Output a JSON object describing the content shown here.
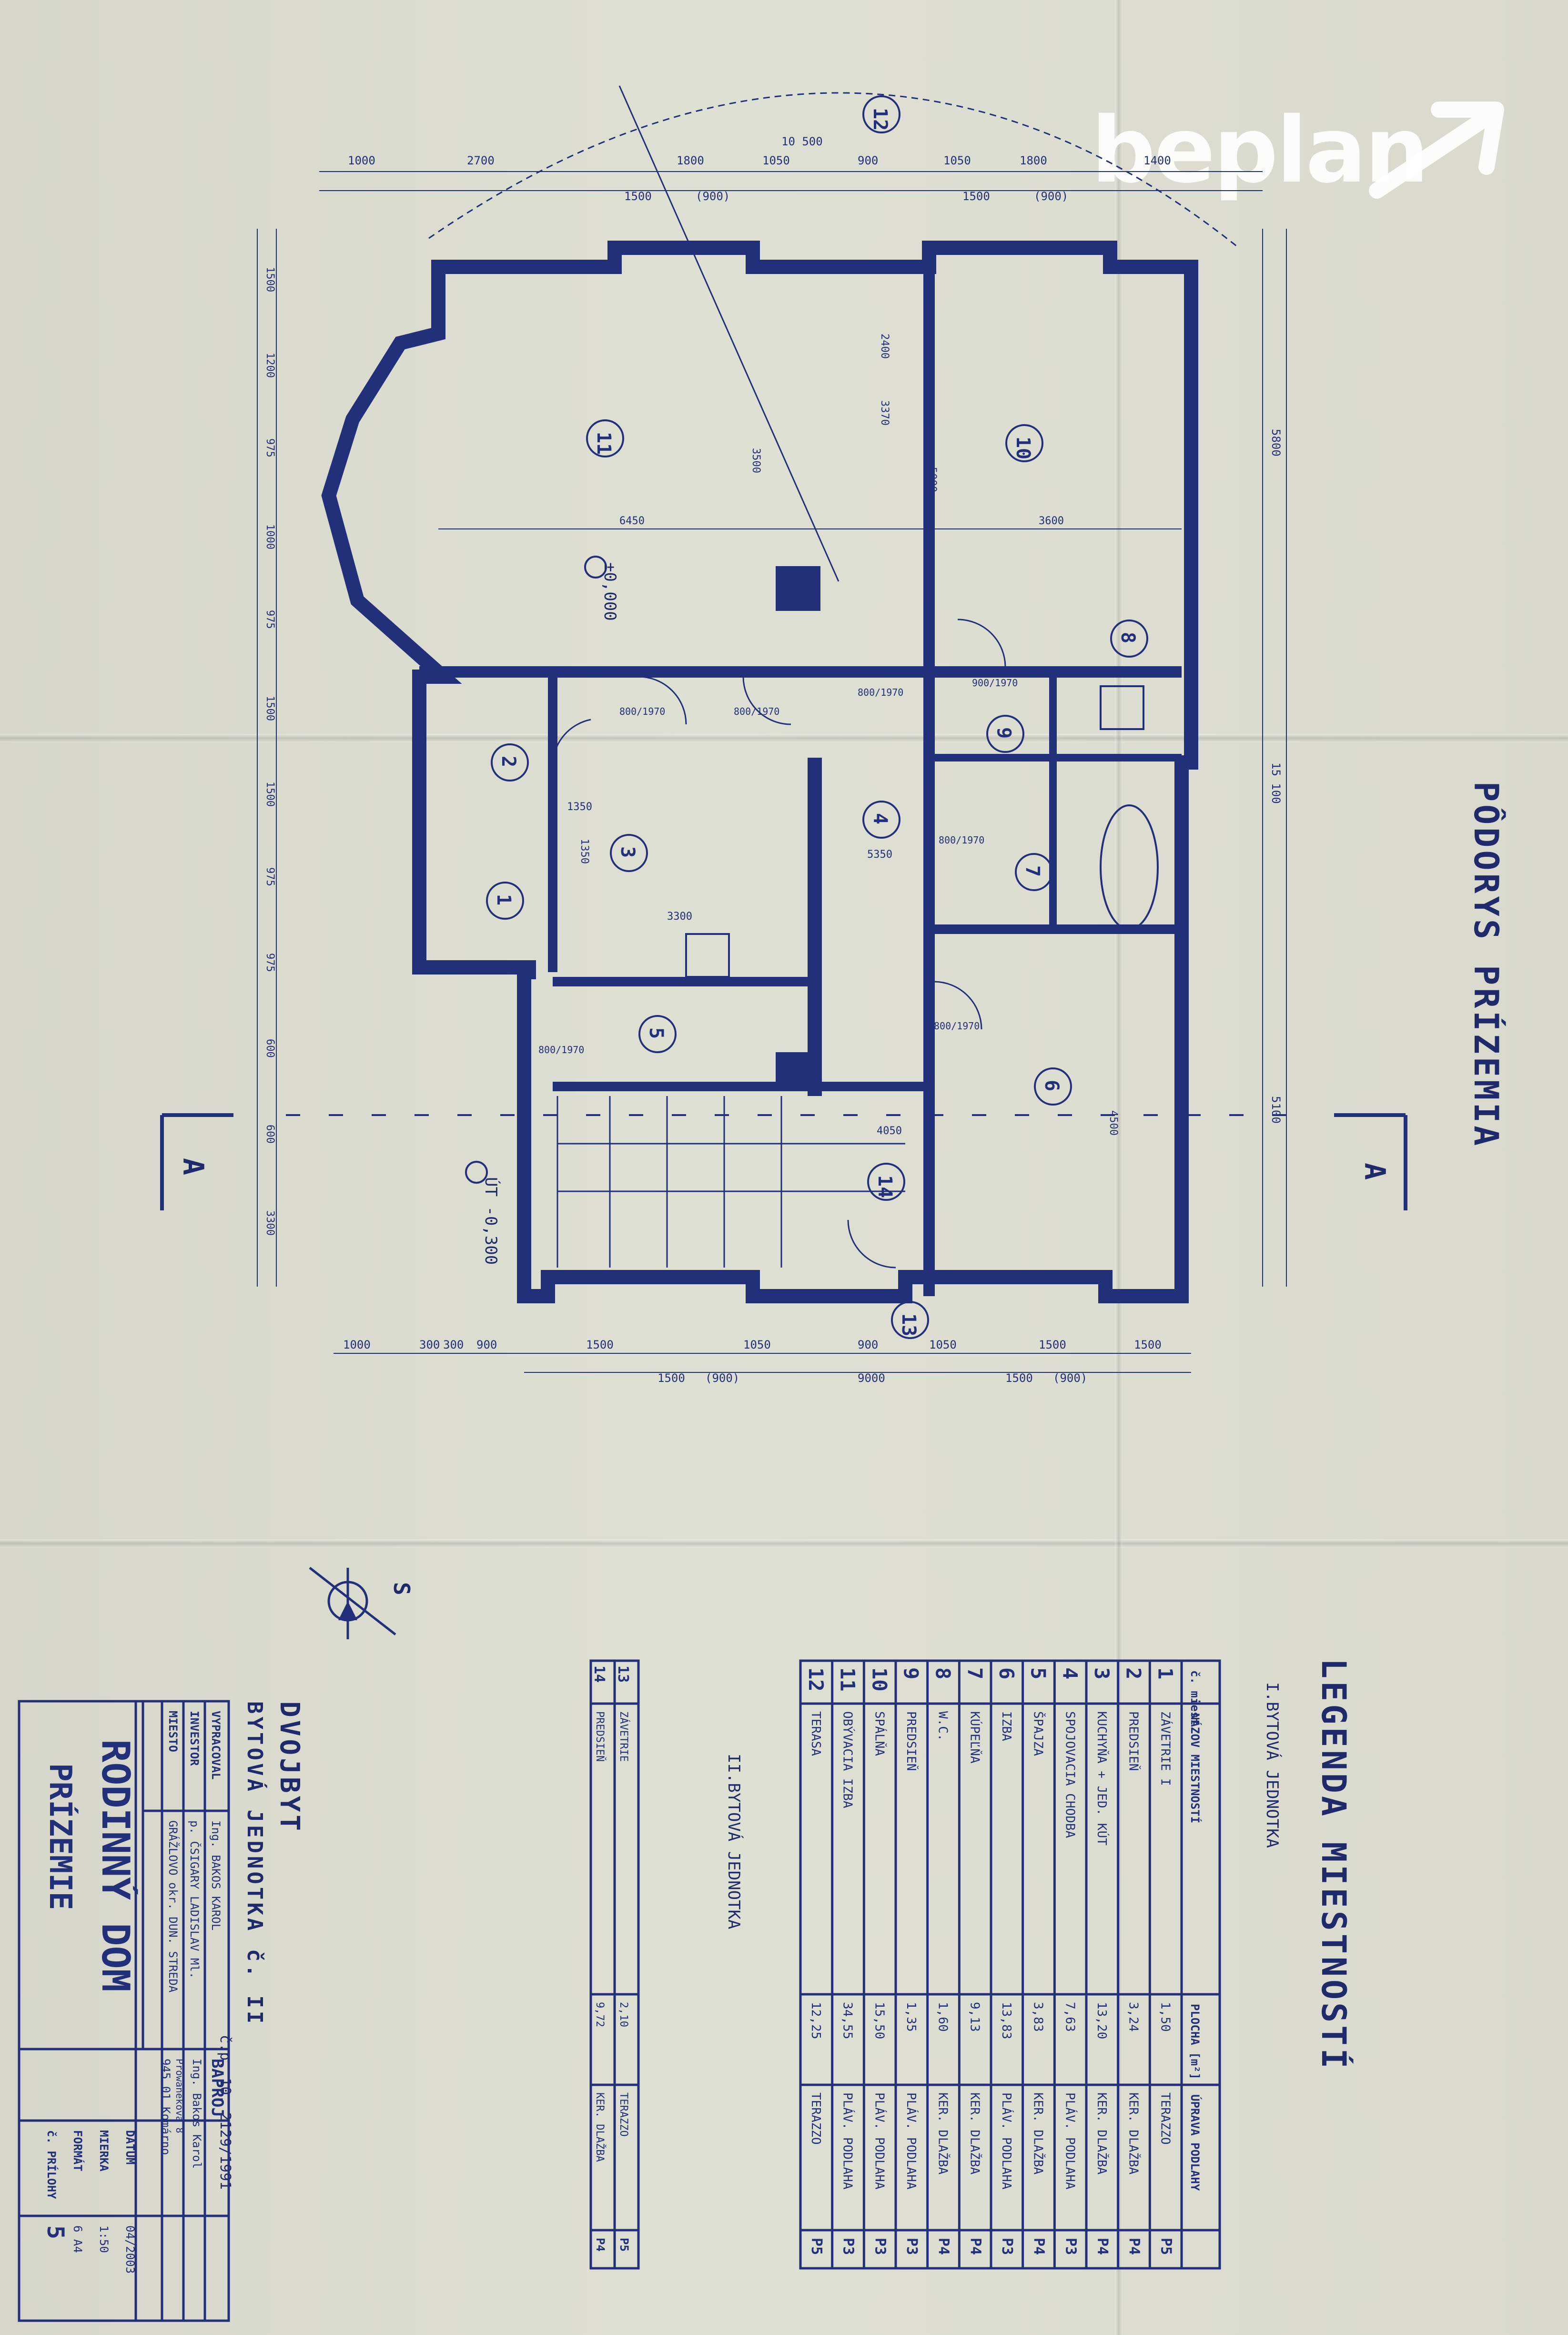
{
  "watermark": {
    "brand": "beplan",
    "icon": "arrow-up-right-icon"
  },
  "plan": {
    "title": "PÔDORYS PRÍZEMIA",
    "level_marks": [
      "±0,000",
      "ÚT -0,300"
    ],
    "section_marks": [
      "A",
      "A"
    ],
    "north_mark": "S",
    "room_numbers": [
      "1",
      "2",
      "3",
      "4",
      "5",
      "6",
      "7",
      "8",
      "9",
      "10",
      "11",
      "12",
      "13",
      "14"
    ],
    "dimensions": {
      "top_chain_1": [
        "1000",
        "2700",
        "1800",
        "1050",
        "900",
        "1050",
        "1800",
        "1400"
      ],
      "top_chain_2": [
        "1500",
        "(900)",
        "1500",
        "(900)"
      ],
      "top_total": "10 500",
      "bottom_chain_1": [
        "1000",
        "300",
        "300",
        "900",
        "1500",
        "1050",
        "900",
        "1050",
        "1500",
        "1500"
      ],
      "bottom_chain_2": [
        "1500",
        "(900)",
        "1500",
        "(900)"
      ],
      "bottom_total": "9000",
      "right_chain": [
        "5800",
        "15 100",
        "5100"
      ],
      "left_chain": [
        "1500",
        "1200",
        "975",
        "1000",
        "975",
        "1500",
        "1500",
        "975",
        "975",
        "600",
        "600",
        "3300"
      ],
      "interior": [
        "6450",
        "3600",
        "3300",
        "1350",
        "4050",
        "5350",
        "4500",
        "5000",
        "3370",
        "3500",
        "2400",
        "1350"
      ]
    },
    "door_labels": [
      "800/1970",
      "800/1970",
      "800/1970",
      "800/1970",
      "800/1970",
      "900/1970",
      "800/1970"
    ],
    "colors": {
      "ink": "#22307a",
      "paper": "#dcdcd0"
    }
  },
  "legend": {
    "title": "LEGENDA MIESTNOSTÍ",
    "unit_1": "I.BYTOVÁ JEDNOTKA",
    "unit_2": "II.BYTOVÁ JEDNOTKA",
    "headers": [
      "č. miest.",
      "NÁZOV MIESTNOSTÍ",
      "PLOCHA [m²]",
      "ÚPRAVA PODLAHY"
    ],
    "rows": [
      {
        "no": "1",
        "name": "ZÁVETRIE I",
        "area": "1,50",
        "floor": "TERAZZO",
        "code": "P5"
      },
      {
        "no": "2",
        "name": "PREDSIEŇ",
        "area": "3,24",
        "floor": "KER. DLAŽBA",
        "code": "P4"
      },
      {
        "no": "3",
        "name": "KUCHYŇA + JED. KÚT",
        "area": "13,20",
        "floor": "KER. DLAŽBA",
        "code": "P4"
      },
      {
        "no": "4",
        "name": "SPOJOVACIA CHODBA",
        "area": "7,63",
        "floor": "PLÁV. PODLAHA",
        "code": "P3"
      },
      {
        "no": "5",
        "name": "ŠPAJZA",
        "area": "3,83",
        "floor": "KER. DLAŽBA",
        "code": "P4"
      },
      {
        "no": "6",
        "name": "IZBA",
        "area": "13,83",
        "floor": "PLÁV. PODLAHA",
        "code": "P3"
      },
      {
        "no": "7",
        "name": "KÚPEĽŇA",
        "area": "9,13",
        "floor": "KER. DLAŽBA",
        "code": "P4"
      },
      {
        "no": "8",
        "name": "W.C.",
        "area": "1,60",
        "floor": "KER. DLAŽBA",
        "code": "P4"
      },
      {
        "no": "9",
        "name": "PREDSIEŇ",
        "area": "1,35",
        "floor": "PLÁV. PODLAHA",
        "code": "P3"
      },
      {
        "no": "10",
        "name": "SPÁLŇA",
        "area": "15,50",
        "floor": "PLÁV. PODLAHA",
        "code": "P3"
      },
      {
        "no": "11",
        "name": "OBÝVACIA IZBA",
        "area": "34,55",
        "floor": "PLÁV. PODLAHA",
        "code": "P3"
      },
      {
        "no": "12",
        "name": "TERASA",
        "area": "12,25",
        "floor": "TERAZZO",
        "code": "P5"
      }
    ],
    "rows_2": [
      {
        "no": "13",
        "name": "ZÁVETRIE",
        "area": "2,10",
        "floor": "TERAZZO",
        "code": "P5"
      },
      {
        "no": "14",
        "name": "PREDSIEŇ",
        "area": "9,72",
        "floor": "KER. DLAŽBA",
        "code": "P4"
      }
    ]
  },
  "title_block": {
    "project_head": "DVOJBYT",
    "project_sub": "BYTOVÁ JEDNOTKA č. II",
    "reg": "č.p. 10. 2129/1991",
    "firm": "BAPROJ",
    "firm_person": "Ing. Bakos Karol",
    "firm_street": "Prowanekova 8",
    "firm_city": "945 01 Komárno",
    "fields": [
      {
        "label": "VYPRACOVAL",
        "value": "Ing. BAKOS KAROL"
      },
      {
        "label": "INVESTOR",
        "value": "p. ČSIGARY LADISLAV Ml."
      },
      {
        "label": "MIESTO",
        "value": "GRÁŽLOVO okr. DUN. STREDA"
      }
    ],
    "meta": [
      {
        "label": "DÁTUM",
        "value": "04/2003"
      },
      {
        "label": "MIERKA",
        "value": "1:50"
      },
      {
        "label": "FORMÁT",
        "value": "6 A4"
      },
      {
        "label": "č. PRÍLOHY",
        "value": "5"
      }
    ],
    "drawing_title": "RODINNÝ DOM",
    "drawing_sub": "PRÍZEMIE"
  }
}
